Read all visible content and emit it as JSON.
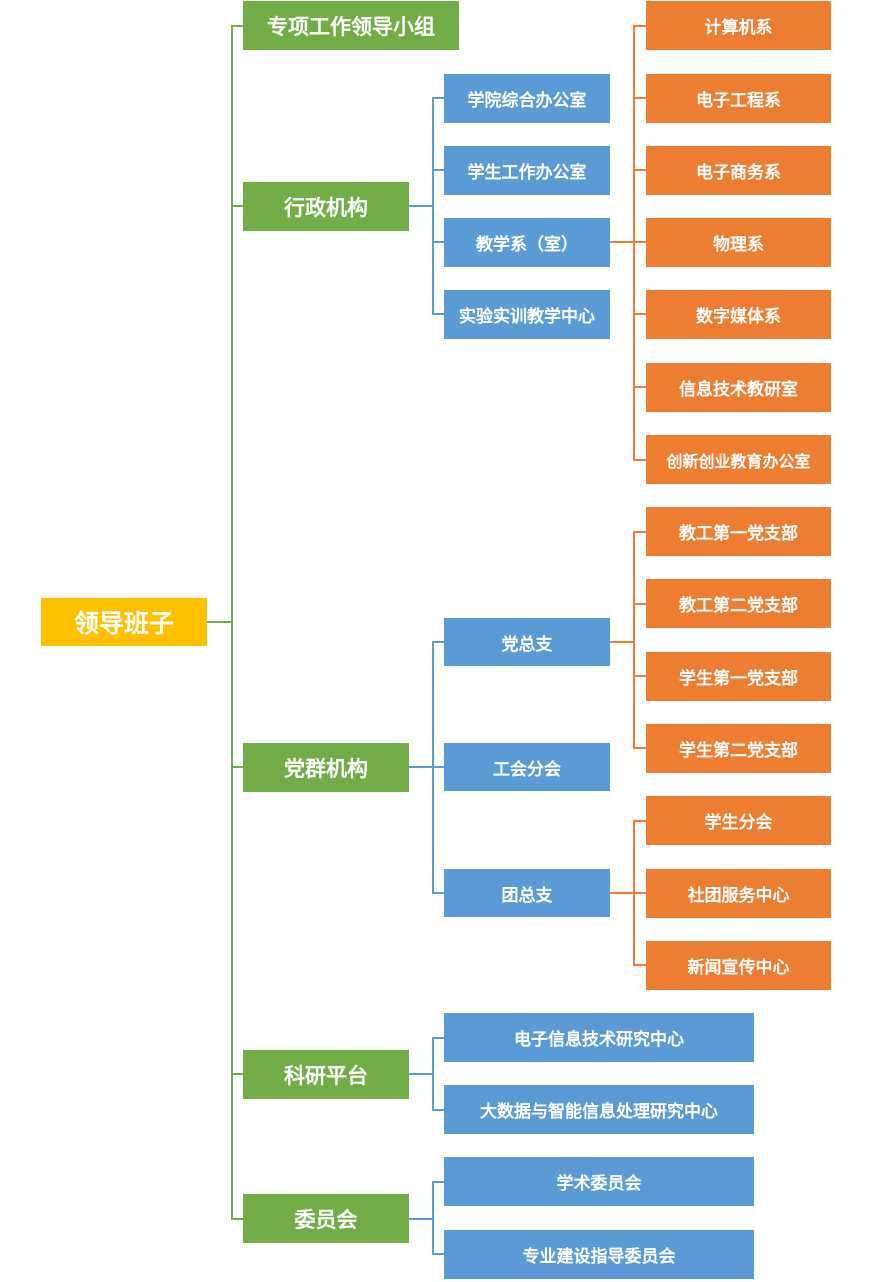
{
  "root": {
    "label": "领导班子"
  },
  "level1": {
    "special_group": "专项工作领导小组",
    "admin": "行政机构",
    "party": "党群机构",
    "research": "科研平台",
    "committee": "委员会"
  },
  "admin_units": [
    "学院综合办公室",
    "学生工作办公室",
    "教学系（室）",
    "实验实训教学中心"
  ],
  "departments": [
    "计算机系",
    "电子工程系",
    "电子商务系",
    "物理系",
    "数字媒体系",
    "信息技术教研室",
    "创新创业教育办公室"
  ],
  "party_units": [
    "党总支",
    "工会分会",
    "团总支"
  ],
  "party_branches": [
    "教工第一党支部",
    "教工第二党支部",
    "学生第一党支部",
    "学生第二党支部"
  ],
  "youth_units": [
    "学生分会",
    "社团服务中心",
    "新闻宣传中心"
  ],
  "research_units": [
    "电子信息技术研究中心",
    "大数据与智能信息处理研究中心"
  ],
  "committee_units": [
    "学术委员会",
    "专业建设指导委员会"
  ],
  "colors": {
    "root": "#FFC000",
    "level1": "#70AD47",
    "level2": "#5B9BD5",
    "level3": "#ED7D31",
    "text": "#FFFFFF"
  }
}
